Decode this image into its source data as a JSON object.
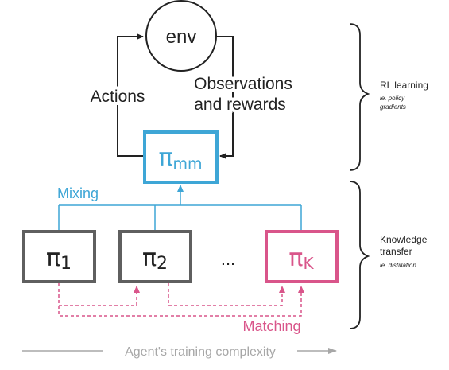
{
  "colors": {
    "dark": "#222222",
    "box_gray": "#5f5f5f",
    "blue": "#3ea6d6",
    "pink": "#d9558a",
    "gray": "#a7a7a7"
  },
  "env": {
    "label": "env"
  },
  "flow": {
    "actions": "Actions",
    "observations_line1": "Observations",
    "observations_line2": "and rewards"
  },
  "mixer": {
    "symbol": "π",
    "subscript": "mm"
  },
  "mixing_label": "Mixing",
  "policies": [
    {
      "symbol": "π",
      "subscript": "1"
    },
    {
      "symbol": "π",
      "subscript": "2"
    },
    {
      "symbol": "π",
      "subscript": "K"
    }
  ],
  "ellipsis": "...",
  "matching_label": "Matching",
  "brackets": {
    "rl": {
      "title": "RL learning",
      "note_line1": "ie. policy",
      "note_line2": "gradients"
    },
    "kt": {
      "title_line1": "Knowledge",
      "title_line2": "transfer",
      "note": "ie. distillation"
    }
  },
  "axis_label": "Agent's training complexity"
}
